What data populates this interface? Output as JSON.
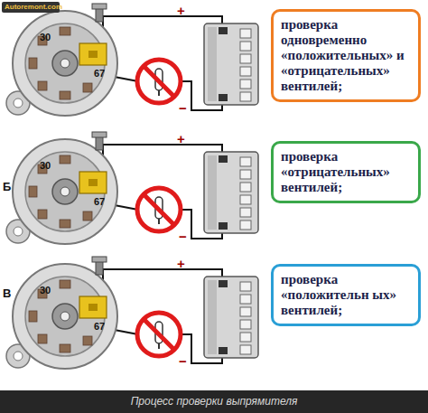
{
  "diagram": {
    "caption": "Процесс проверки выпрямителя",
    "nodes": [
      {
        "text": [
          "проверка одновременно «положительных» и «отрицательных» вентилей;"
        ]
      },
      {
        "text": [
          "проверка «отрицательных» вентилей;"
        ]
      },
      {
        "text": [
          "проверка «положительн ых» вентилей;"
        ]
      }
    ],
    "labels": [
      "Autoremont.com",
      "30",
      "67",
      "+",
      "−",
      "Б",
      "30",
      "67",
      "+",
      "−",
      "В",
      "30",
      "67",
      "+",
      "−"
    ]
  }
}
